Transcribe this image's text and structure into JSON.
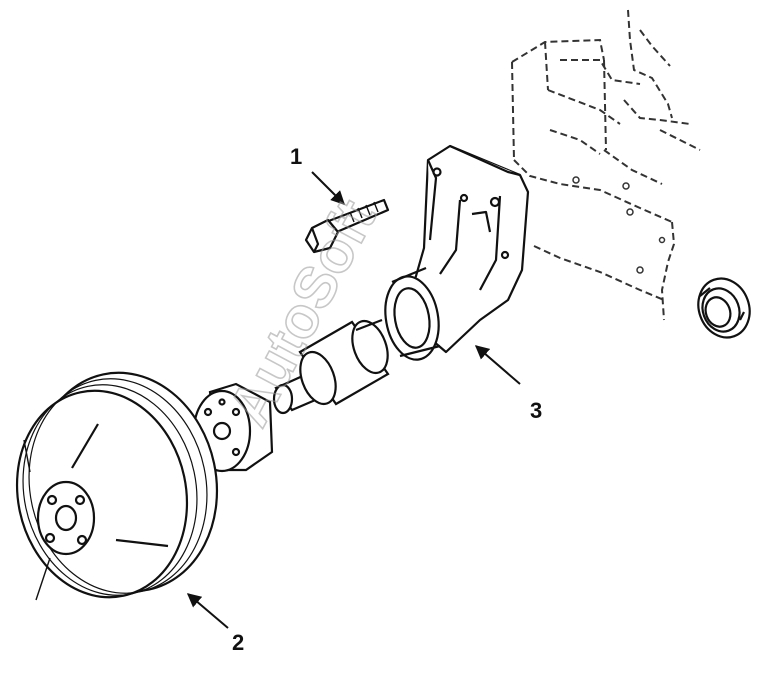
{
  "callouts": {
    "bolt": "1",
    "pulley": "2",
    "bracket": "3"
  },
  "watermark": "AutoSoft",
  "colors": {
    "line": "#111111",
    "dashed": "#333333",
    "watermark": "#9a9a9a"
  }
}
